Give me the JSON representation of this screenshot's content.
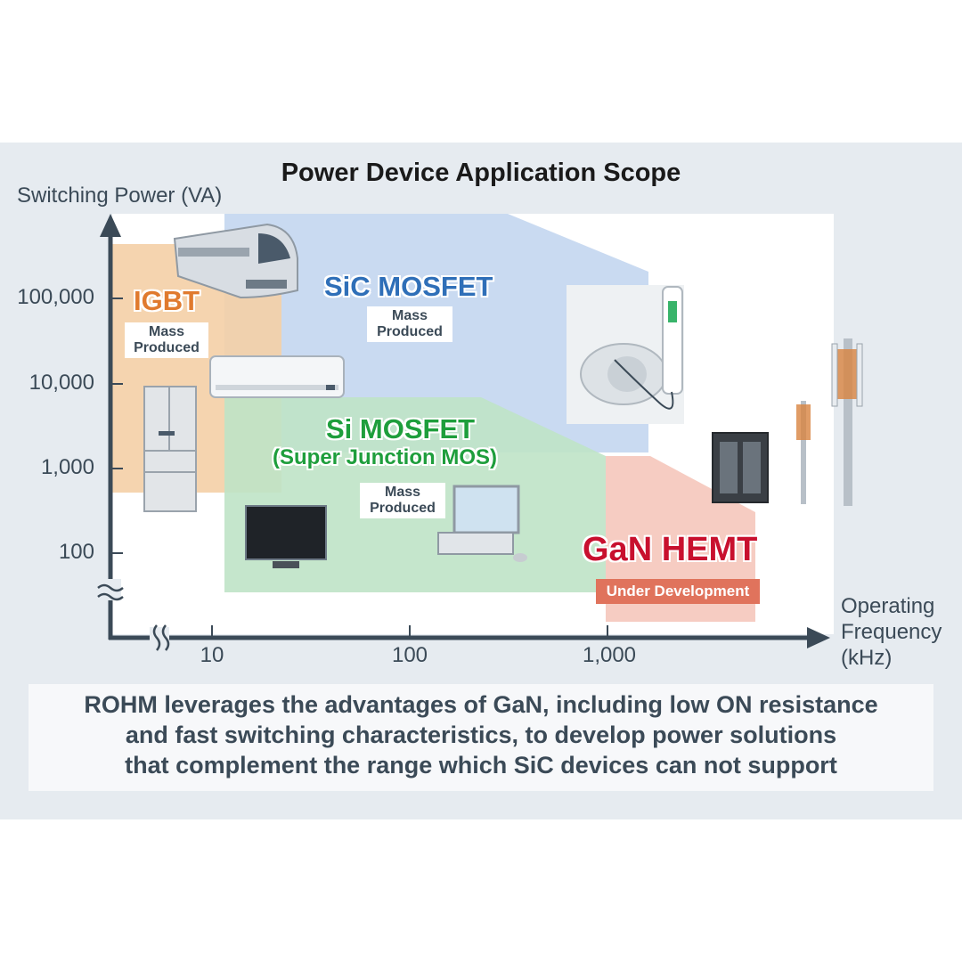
{
  "title": "Power Device Application Scope",
  "y_axis": {
    "label": "Switching Power (VA)",
    "ticks": [
      "100,000",
      "10,000",
      "1,000",
      "100"
    ]
  },
  "x_axis": {
    "label": "Operating\nFrequency\n(kHz)",
    "ticks": [
      "10",
      "100",
      "1,000"
    ]
  },
  "regions": {
    "igbt": {
      "name": "IGBT",
      "status": "Mass\nProduced",
      "color": "#e07a2e",
      "fill": "#f4cfa6"
    },
    "sic": {
      "name": "SiC MOSFET",
      "status": "Mass\nProduced",
      "color": "#2f6fb8",
      "fill": "#c3d6ef"
    },
    "si": {
      "name": "Si MOSFET",
      "subname": "(Super Junction MOS)",
      "status": "Mass\nProduced",
      "color": "#1e9e3c",
      "fill": "#bfe3c6"
    },
    "gan": {
      "name": "GaN HEMT",
      "status": "Under Development",
      "color": "#c8102e",
      "fill": "#f5c6bb"
    }
  },
  "applications": {
    "train": "train-icon",
    "air_conditioner": "air-conditioner-icon",
    "refrigerator": "refrigerator-icon",
    "ev_charger": "ev-charger-icon",
    "television": "television-icon",
    "desktop_pc": "desktop-computer-icon",
    "server_rack": "server-rack-icon",
    "base_station": "cell-tower-icon"
  },
  "summary": {
    "line1": "ROHM leverages the advantages of GaN, including low ON resistance",
    "line2": "and fast switching characteristics, to develop power solutions",
    "line3": "that complement the range which SiC devices can not support"
  },
  "colors": {
    "axis": "#3b4a57",
    "panel": "#e6ebf0",
    "plot": "#ffffff"
  }
}
